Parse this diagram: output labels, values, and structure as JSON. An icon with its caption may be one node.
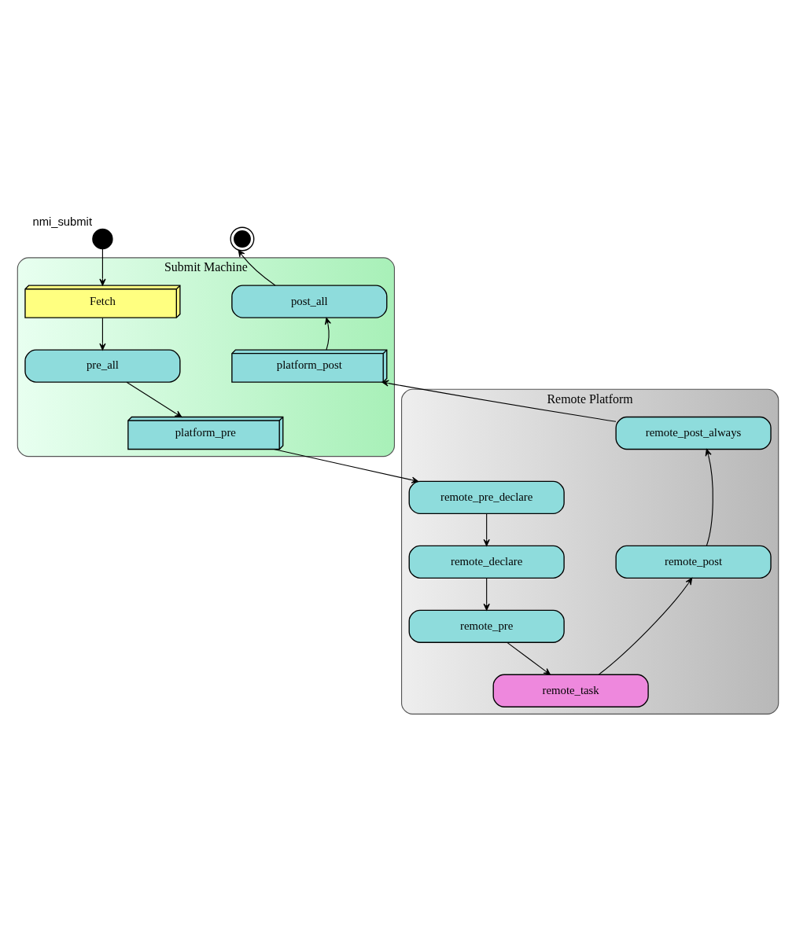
{
  "diagram": {
    "nodes": [
      {
        "text": [],
        "shape": "circle",
        "beside": [
          "nmi_submit"
        ]
      },
      {
        "text": [],
        "shape": "bullseye"
      },
      {
        "text": [
          "Submit Machine"
        ]
      },
      {
        "text": [
          "Fetch"
        ],
        "in": 2
      },
      {
        "text": [
          "pre_all"
        ],
        "in": 2
      },
      {
        "text": [
          "platform_pre"
        ],
        "in": 2
      },
      {
        "text": [
          "post_all"
        ],
        "in": 2
      },
      {
        "text": [
          "platform_post"
        ],
        "in": 2
      },
      {
        "text": [
          "Remote Platform"
        ]
      },
      {
        "text": [
          "remote_pre_declare"
        ],
        "in": 8
      },
      {
        "text": [
          "remote_declare"
        ],
        "in": 8
      },
      {
        "text": [
          "remote_pre"
        ],
        "in": 8
      },
      {
        "text": [
          "remote_post_always"
        ],
        "in": 8
      },
      {
        "text": [
          "remote_post"
        ],
        "in": 8
      },
      {
        "text": [
          "remote_task"
        ],
        "in": 8
      }
    ],
    "edges": [
      {
        "from": 0,
        "to": 3,
        "arrow": "to"
      },
      {
        "from": 3,
        "to": 4,
        "arrow": "to"
      },
      {
        "from": 4,
        "to": 5,
        "arrow": "to"
      },
      {
        "from": 5,
        "to": 9,
        "arrow": "to"
      },
      {
        "from": 9,
        "to": 10,
        "arrow": "to"
      },
      {
        "from": 10,
        "to": 11,
        "arrow": "to"
      },
      {
        "from": 11,
        "to": 14,
        "arrow": "to"
      },
      {
        "from": 14,
        "to": 13,
        "arrow": "to"
      },
      {
        "from": 13,
        "to": 12,
        "arrow": "to"
      },
      {
        "from": 12,
        "to": 7,
        "arrow": "to"
      },
      {
        "from": 7,
        "to": 6,
        "arrow": "to"
      },
      {
        "from": 6,
        "to": 1,
        "arrow": "to"
      }
    ]
  }
}
